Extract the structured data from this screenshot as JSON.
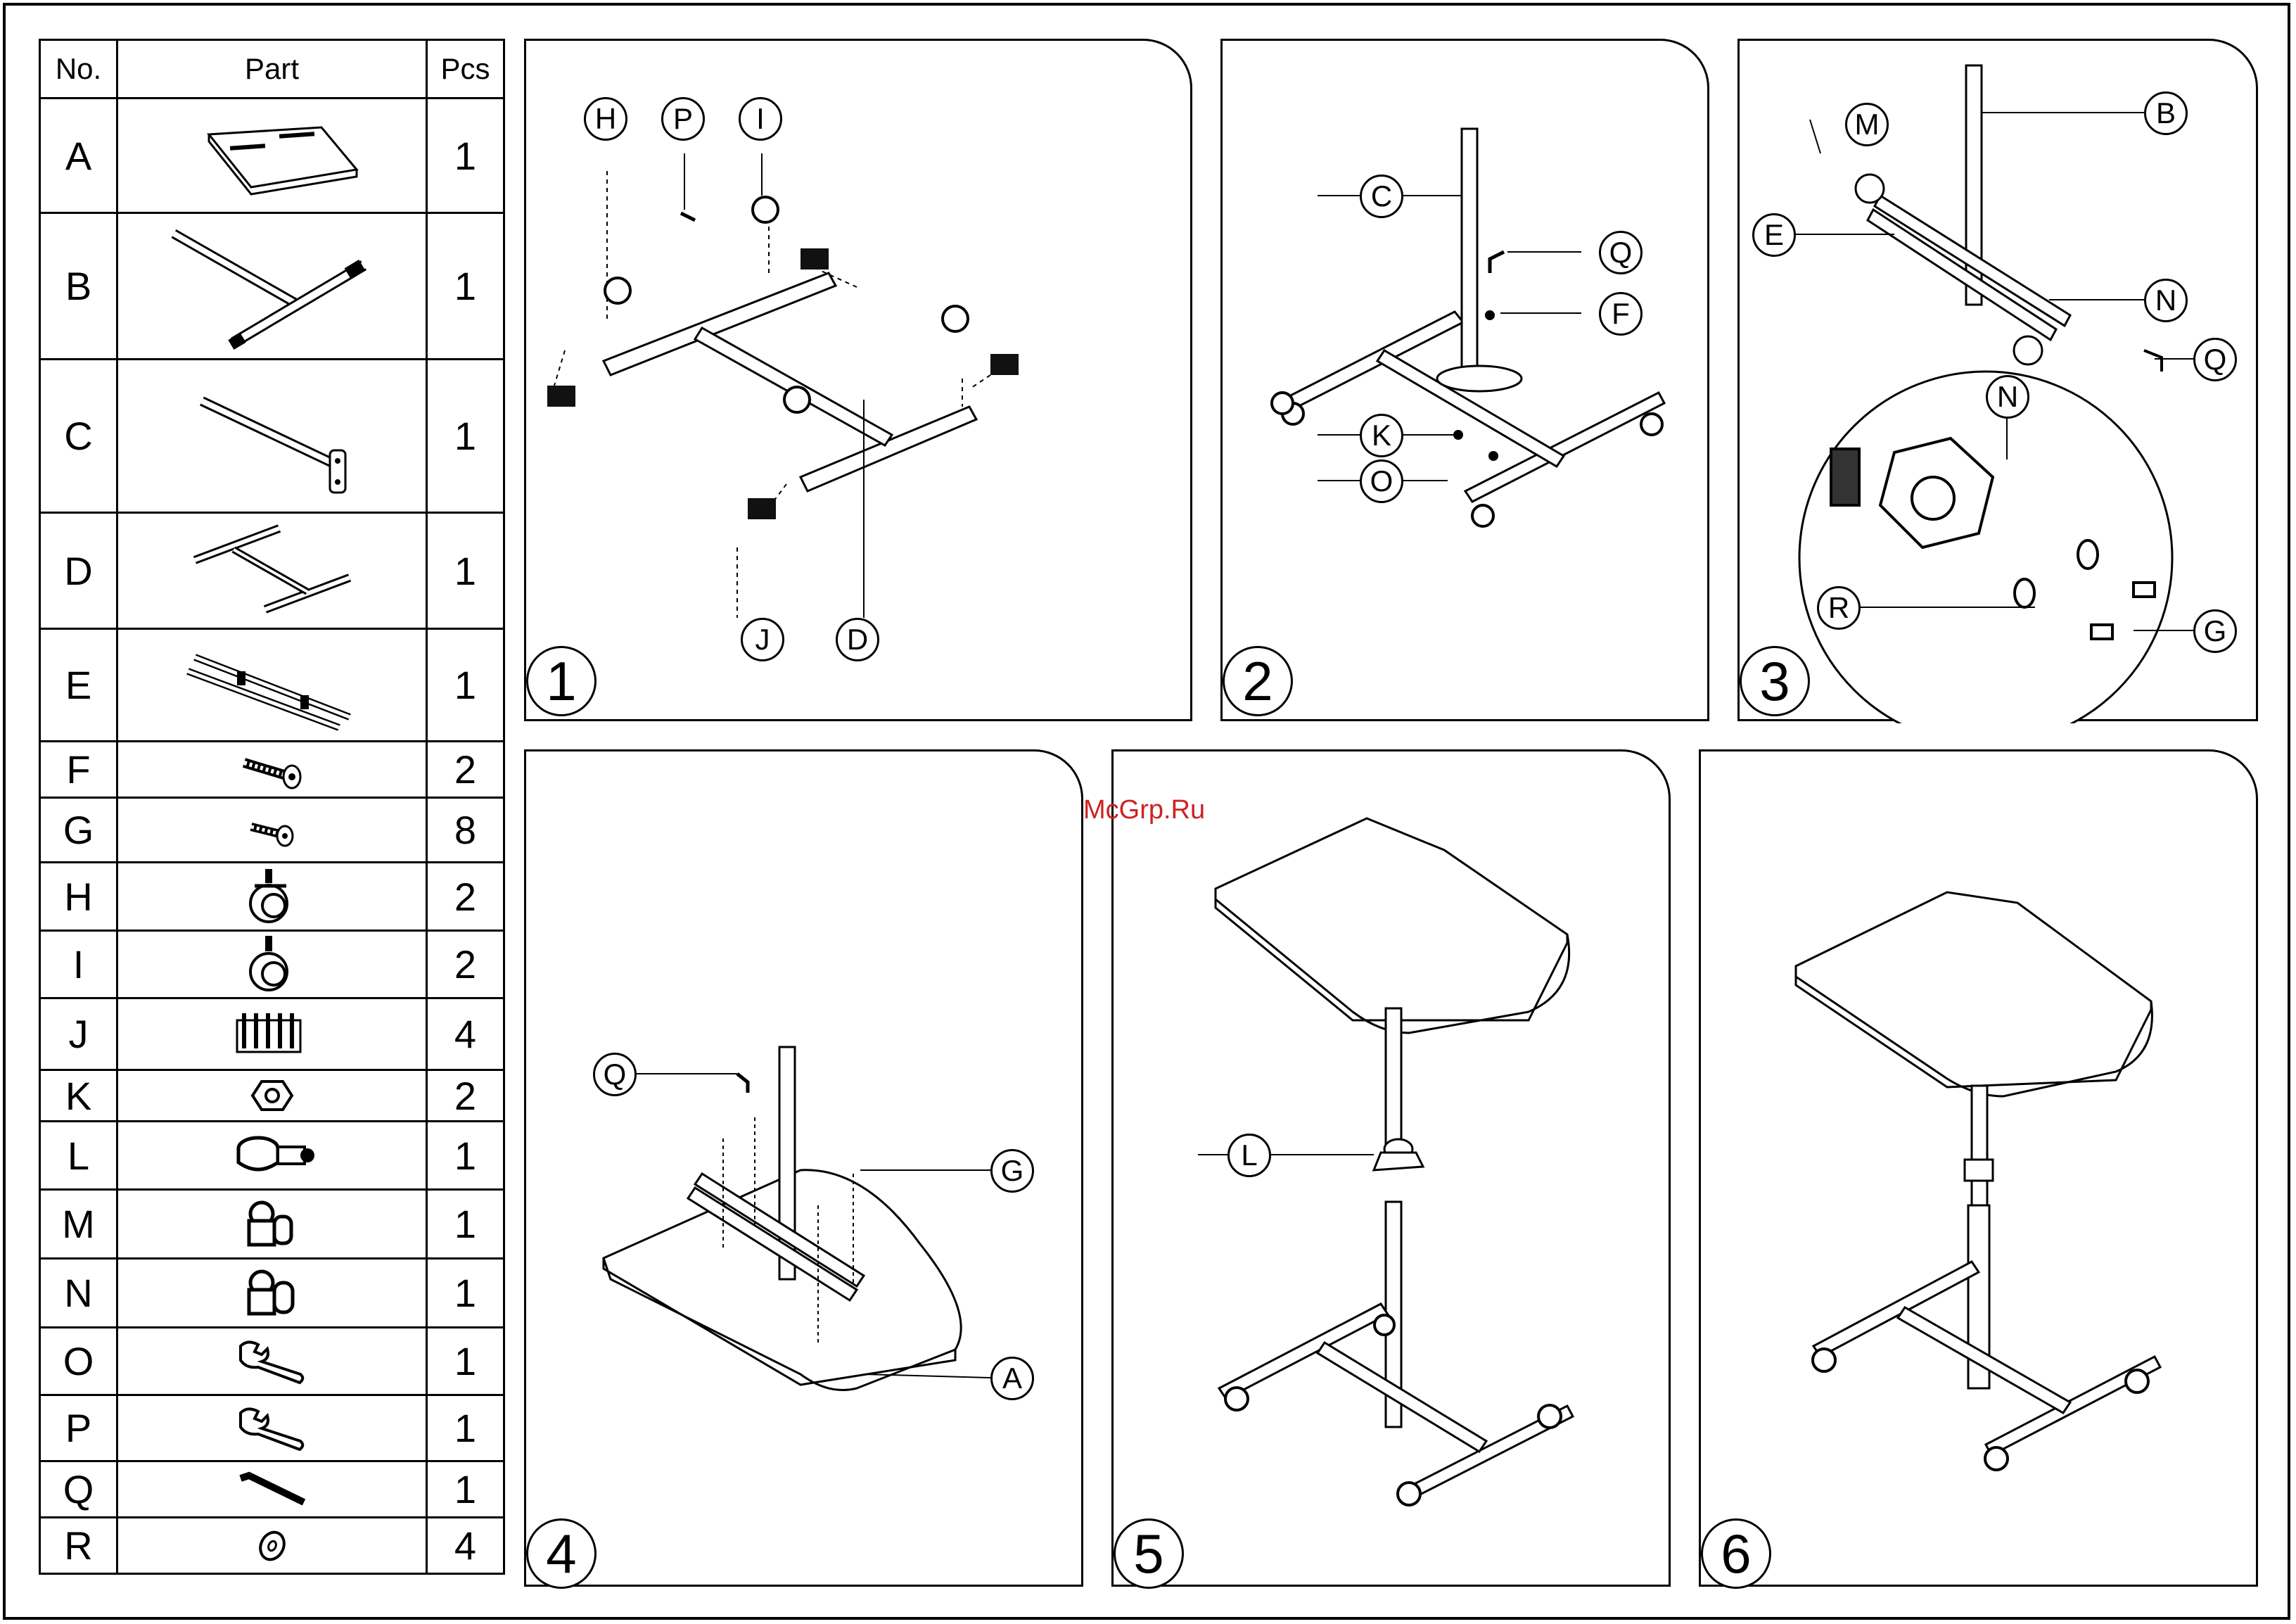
{
  "table": {
    "headers": {
      "no": "No.",
      "part": "Part",
      "pcs": "Pcs"
    },
    "rows": [
      {
        "no": "A",
        "pcs": "1",
        "icon": "tabletop-icon"
      },
      {
        "no": "B",
        "pcs": "1",
        "icon": "top-tube-icon"
      },
      {
        "no": "C",
        "pcs": "1",
        "icon": "column-tube-icon"
      },
      {
        "no": "D",
        "pcs": "1",
        "icon": "base-frame-icon"
      },
      {
        "no": "E",
        "pcs": "1",
        "icon": "tilt-bracket-icon"
      },
      {
        "no": "F",
        "pcs": "2",
        "icon": "long-bolt-icon"
      },
      {
        "no": "G",
        "pcs": "8",
        "icon": "short-bolt-icon"
      },
      {
        "no": "H",
        "pcs": "2",
        "icon": "locking-caster-icon"
      },
      {
        "no": "I",
        "pcs": "2",
        "icon": "caster-icon"
      },
      {
        "no": "J",
        "pcs": "4",
        "icon": "end-cap-icon"
      },
      {
        "no": "K",
        "pcs": "2",
        "icon": "nut-icon"
      },
      {
        "no": "L",
        "pcs": "1",
        "icon": "height-clamp-icon"
      },
      {
        "no": "M",
        "pcs": "1",
        "icon": "knob-bracket-left-icon"
      },
      {
        "no": "N",
        "pcs": "1",
        "icon": "knob-bracket-right-icon"
      },
      {
        "no": "O",
        "pcs": "1",
        "icon": "wrench-icon"
      },
      {
        "no": "P",
        "pcs": "1",
        "icon": "wrench-icon"
      },
      {
        "no": "Q",
        "pcs": "1",
        "icon": "allen-key-icon"
      },
      {
        "no": "R",
        "pcs": "4",
        "icon": "washer-icon"
      }
    ]
  },
  "steps": [
    {
      "number": "1",
      "labels": [
        "H",
        "P",
        "I",
        "J",
        "D"
      ]
    },
    {
      "number": "2",
      "labels": [
        "C",
        "Q",
        "F",
        "K",
        "O"
      ]
    },
    {
      "number": "3",
      "labels": [
        "M",
        "B",
        "E",
        "N",
        "Q",
        "N",
        "R",
        "G"
      ]
    },
    {
      "number": "4",
      "labels": [
        "Q",
        "G",
        "A"
      ]
    },
    {
      "number": "5",
      "labels": [
        "L"
      ]
    },
    {
      "number": "6",
      "labels": []
    }
  ],
  "watermark": "McGrp.Ru"
}
